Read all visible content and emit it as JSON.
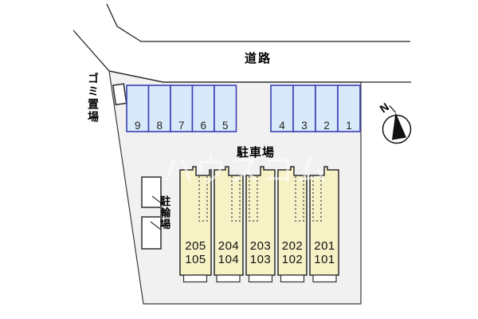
{
  "labels": {
    "road": "道路",
    "parking_lot": "駐車場",
    "garbage_area": "ゴミ置場",
    "bicycle_parking": "駐輪場",
    "north": "N",
    "watermark": "ハウスコム"
  },
  "parking_stalls": {
    "left_group": [
      "9",
      "8",
      "7",
      "6",
      "5"
    ],
    "right_group": [
      "4",
      "3",
      "2",
      "1"
    ]
  },
  "building_units": [
    {
      "upper": "205",
      "lower": "105"
    },
    {
      "upper": "204",
      "lower": "104"
    },
    {
      "upper": "203",
      "lower": "103"
    },
    {
      "upper": "202",
      "lower": "102"
    },
    {
      "upper": "201",
      "lower": "101"
    }
  ],
  "colors": {
    "property_fill": "#f1f1f1",
    "stall_fill": "#d8eafa",
    "stall_border": "#3b3eb5",
    "building_fill": "#f7f1c6",
    "outline": "#222222"
  }
}
